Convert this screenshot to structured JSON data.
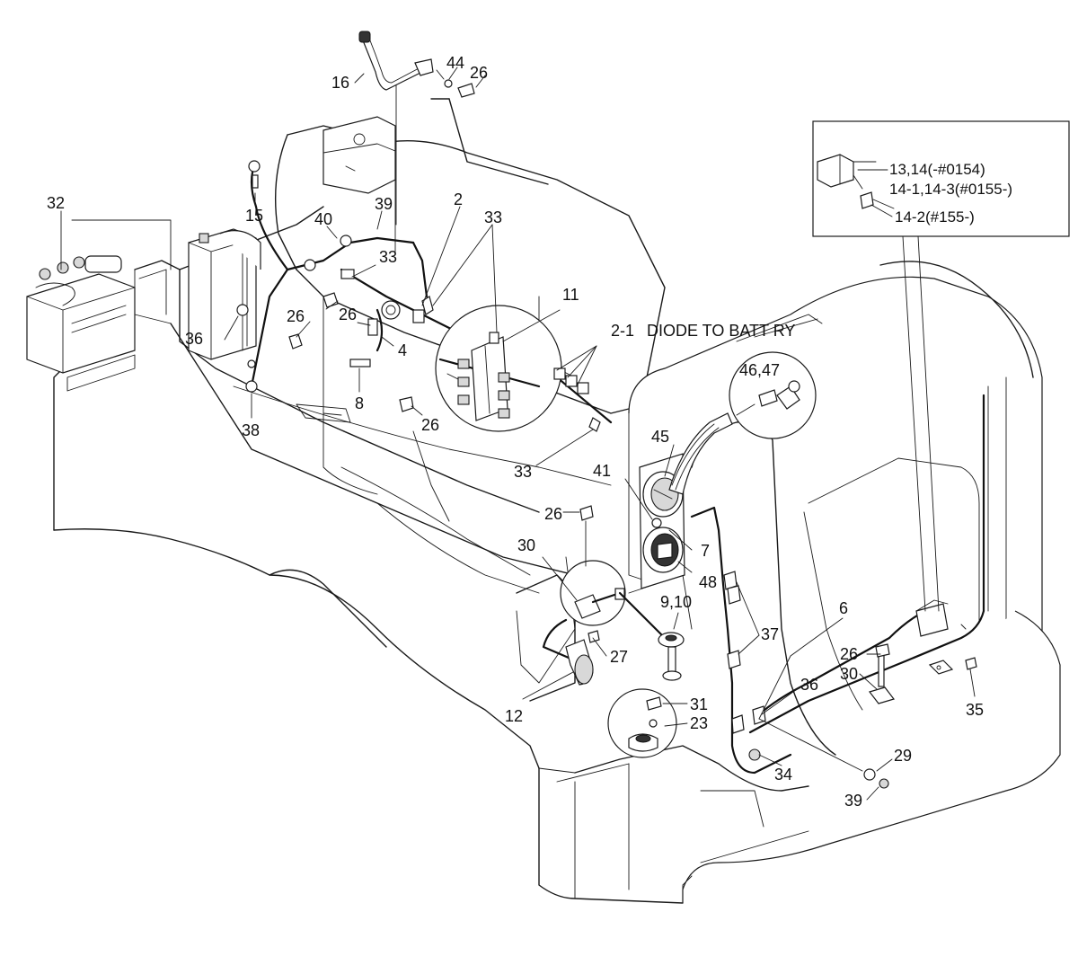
{
  "callouts": {
    "c16": "16",
    "c44": "44",
    "c26a": "26",
    "c32": "32",
    "c15": "15",
    "c40": "40",
    "c39a": "39",
    "c2": "2",
    "c33a": "33",
    "c33b": "33",
    "c11": "11",
    "c26b": "26",
    "c26c": "26",
    "c36a": "36",
    "c4": "4",
    "c8": "8",
    "c38": "38",
    "c26d": "26",
    "c33c": "33",
    "c21": "2-1",
    "c21text": "DIODE TO BATT RY",
    "c4647": "46,47",
    "c45": "45",
    "c41": "41",
    "c26e": "26",
    "c7": "7",
    "c48": "48",
    "c30a": "30",
    "c910": "9,10",
    "c6": "6",
    "c37": "37",
    "c27": "27",
    "c12": "12",
    "c31": "31",
    "c23": "23",
    "c26f": "26",
    "c30b": "30",
    "c36b": "36",
    "c35": "35",
    "c34": "34",
    "c29": "29",
    "c39b": "39"
  },
  "inset": {
    "line1": "13,14(-#0154)",
    "line2": "14-1,14-3(#0155-)",
    "line3": "14-2(#155-)"
  }
}
